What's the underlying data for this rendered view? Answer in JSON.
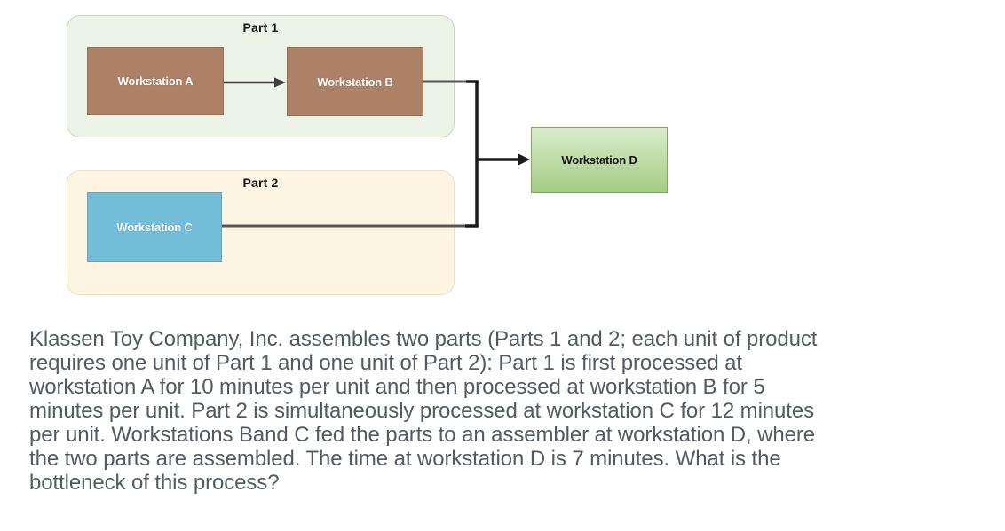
{
  "diagram": {
    "groups": {
      "part1": {
        "label": "Part 1"
      },
      "part2": {
        "label": "Part 2"
      }
    },
    "nodes": {
      "a": {
        "label": "Workstation A"
      },
      "b": {
        "label": "Workstation B"
      },
      "c": {
        "label": "Workstation C"
      },
      "d": {
        "label": "Workstation D"
      }
    },
    "edges": [
      {
        "from": "a",
        "to": "b"
      },
      {
        "from": "b",
        "to": "d"
      },
      {
        "from": "c",
        "to": "d"
      }
    ]
  },
  "question": {
    "lines": [
      "Klassen Toy Company, Inc. assembles two parts (Parts 1 and 2; each unit of product",
      "requires one unit of Part 1 and one unit of Part 2): Part 1 is first processed at",
      "workstation A for 10 minutes per unit and then processed at workstation B for 5",
      "minutes per unit. Part 2 is simultaneously processed at workstation C for 12 minutes",
      "per unit. Workstations Band C fed the parts to an assembler at workstation D, where",
      "the two parts are assembled. The time at workstation D is 7 minutes. What is the",
      "bottleneck of this process?"
    ]
  },
  "colors": {
    "part1-fill": "#ecf4e8",
    "part1-border": "#c6dabb",
    "part2-fill": "#fdf5e1",
    "part2-border": "#efe2b8",
    "brown-fill": "#ad8165",
    "brown-border": "#90705a",
    "blue-fill": "#72bdd8",
    "blue-border": "#60a9c4",
    "green-top": "#d9eccb",
    "green-bottom": "#a3cd84",
    "green-border": "#7fa85e",
    "line-gray": "#4f4f4f",
    "line-black": "#1b1b1b",
    "text": "#525a63",
    "label": "#161616"
  }
}
